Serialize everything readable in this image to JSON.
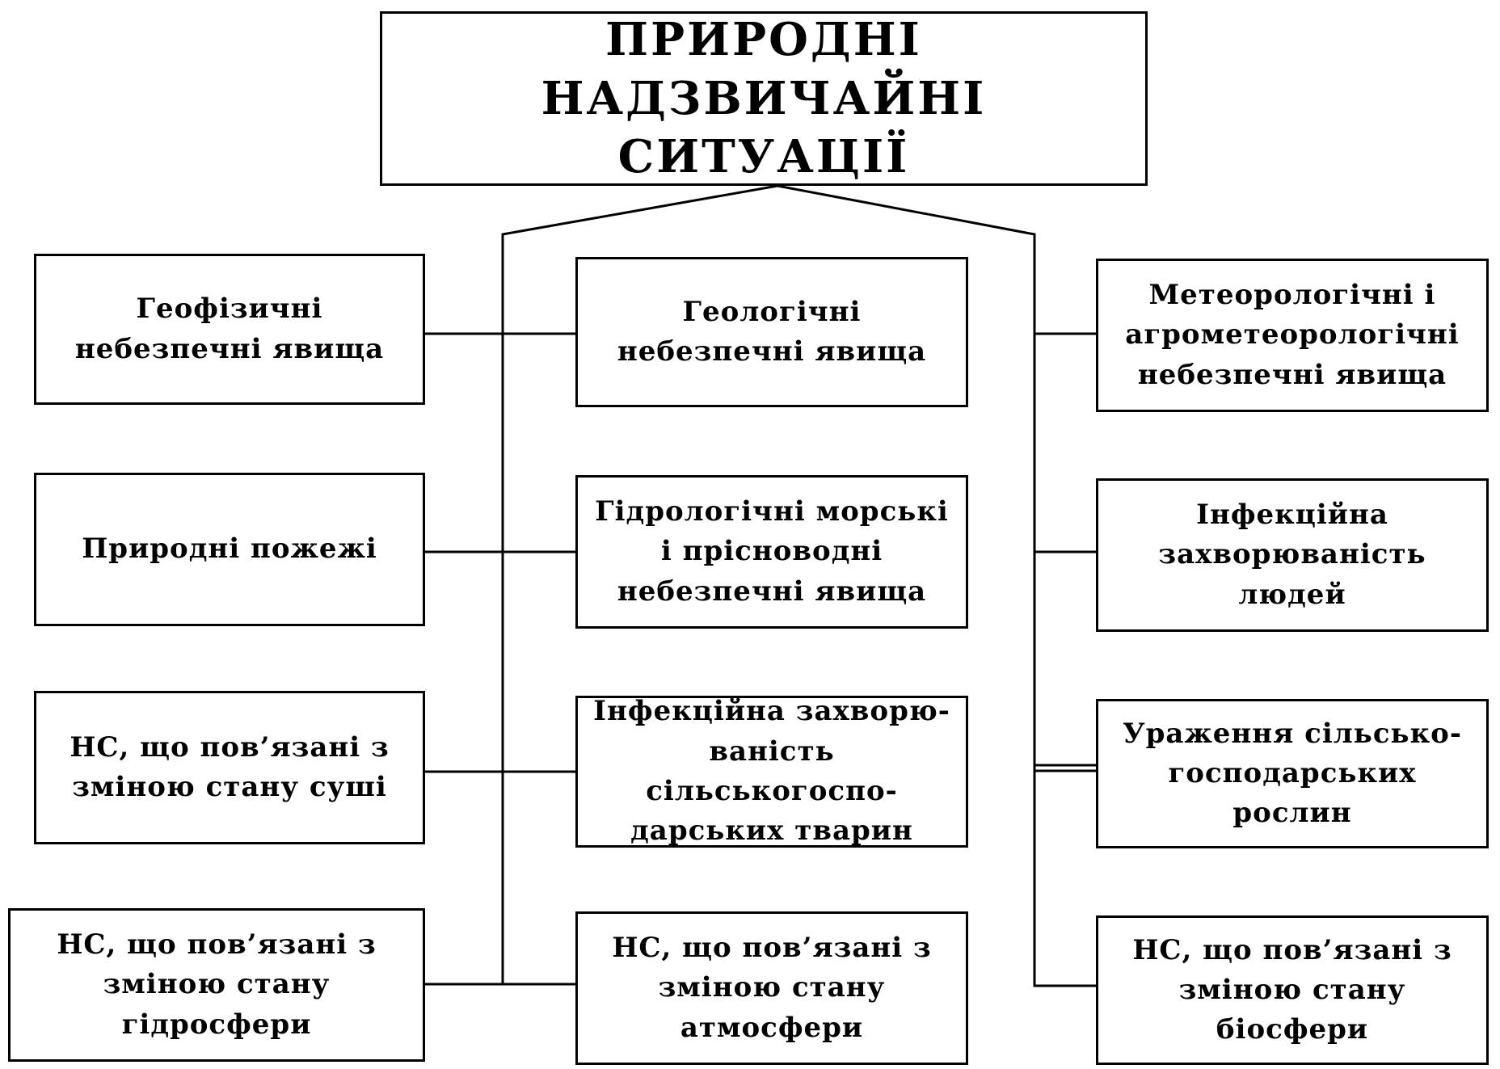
{
  "title": "ПРИРОДНІ НАДЗВИЧАЙНІ\nСИТУАЦІЇ",
  "left_column": [
    "Геофізичні\nнебезпечні явища",
    "Природні пожежі",
    "НС, що пов’язані з\nзміною стану суші",
    "НС, що пов’язані з\nзміною стану\nгідросфери"
  ],
  "center_column": [
    "Геологічні\nнебезпечні явища",
    "Гідрологічні морські\nі прісноводні\nнебезпечні явища",
    "Інфекційна захворю-\nваність сільськогоспо-\nдарських тварин",
    "НС, що пов’язані з\nзміною стану\nатмосфери"
  ],
  "right_column": [
    "Метеорологічні і\nагрометеорологічні\nнебезпечні явища",
    "Інфекційна\nзахворюваність\nлюдей",
    "Ураження сільсько-\nгосподарських\nрослин",
    "НС, що пов’язані з\nзміною стану\nбіосфери"
  ],
  "colors": {
    "line": "#000000",
    "box_border": "#000000",
    "background": "#ffffff"
  }
}
